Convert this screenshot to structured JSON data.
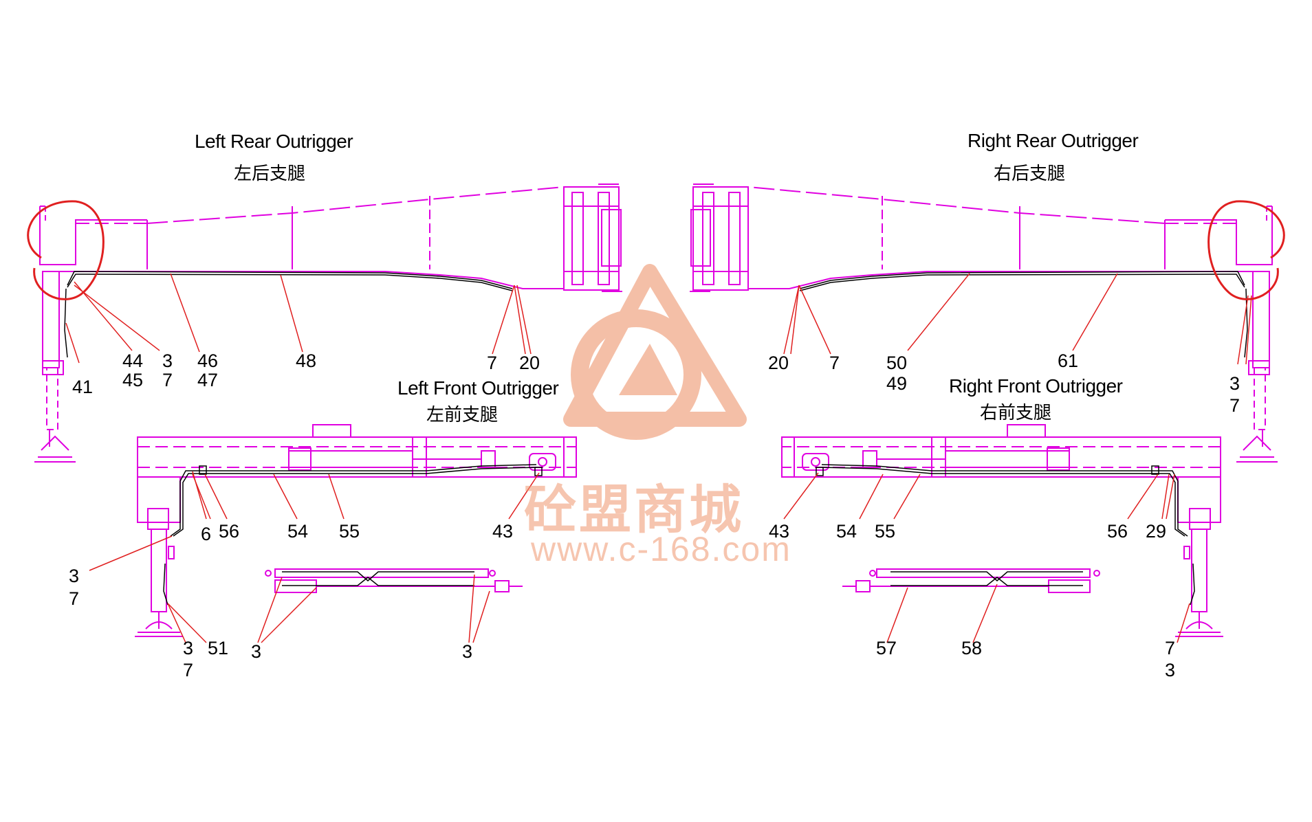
{
  "titles": {
    "left_rear_en": "Left Rear Outrigger",
    "left_rear_cn": "左后支腿",
    "right_rear_en": "Right Rear Outrigger",
    "right_rear_cn": "右后支腿",
    "left_front_en": "Left Front Outrigger",
    "left_front_cn": "左前支腿",
    "right_front_en": "Right Front Outrigger",
    "right_front_cn": "右前支腿"
  },
  "callouts": {
    "lr_41": "41",
    "lr_44": "44",
    "lr_45": "45",
    "lr_3": "3",
    "lr_7": "7",
    "lr_46": "46",
    "lr_47": "47",
    "lr_48": "48",
    "lr_7b": "7",
    "lr_20": "20",
    "rr_20": "20",
    "rr_7": "7",
    "rr_50": "50",
    "rr_49": "49",
    "rr_61": "61",
    "rr_3": "3",
    "rr_7b": "7",
    "lf_6": "6",
    "lf_56": "56",
    "lf_54": "54",
    "lf_55": "55",
    "lf_43": "43",
    "lf_3a": "3",
    "lf_7a": "7",
    "lf_3b": "3",
    "lf_7b": "7",
    "lf_51": "51",
    "lf_3c": "3",
    "lf_3d": "3",
    "rf_43": "43",
    "rf_54": "54",
    "rf_55": "55",
    "rf_56": "56",
    "rf_29": "29",
    "rf_57": "57",
    "rf_58": "58",
    "rf_7": "7",
    "rf_3": "3"
  },
  "watermark": {
    "text": "砼盟商城",
    "url": "www.c-168.com",
    "color": "#EE966E"
  },
  "colors": {
    "outline": "#E000E0",
    "leader": "#E02020",
    "hose": "#000000",
    "highlight": "#E02020"
  }
}
